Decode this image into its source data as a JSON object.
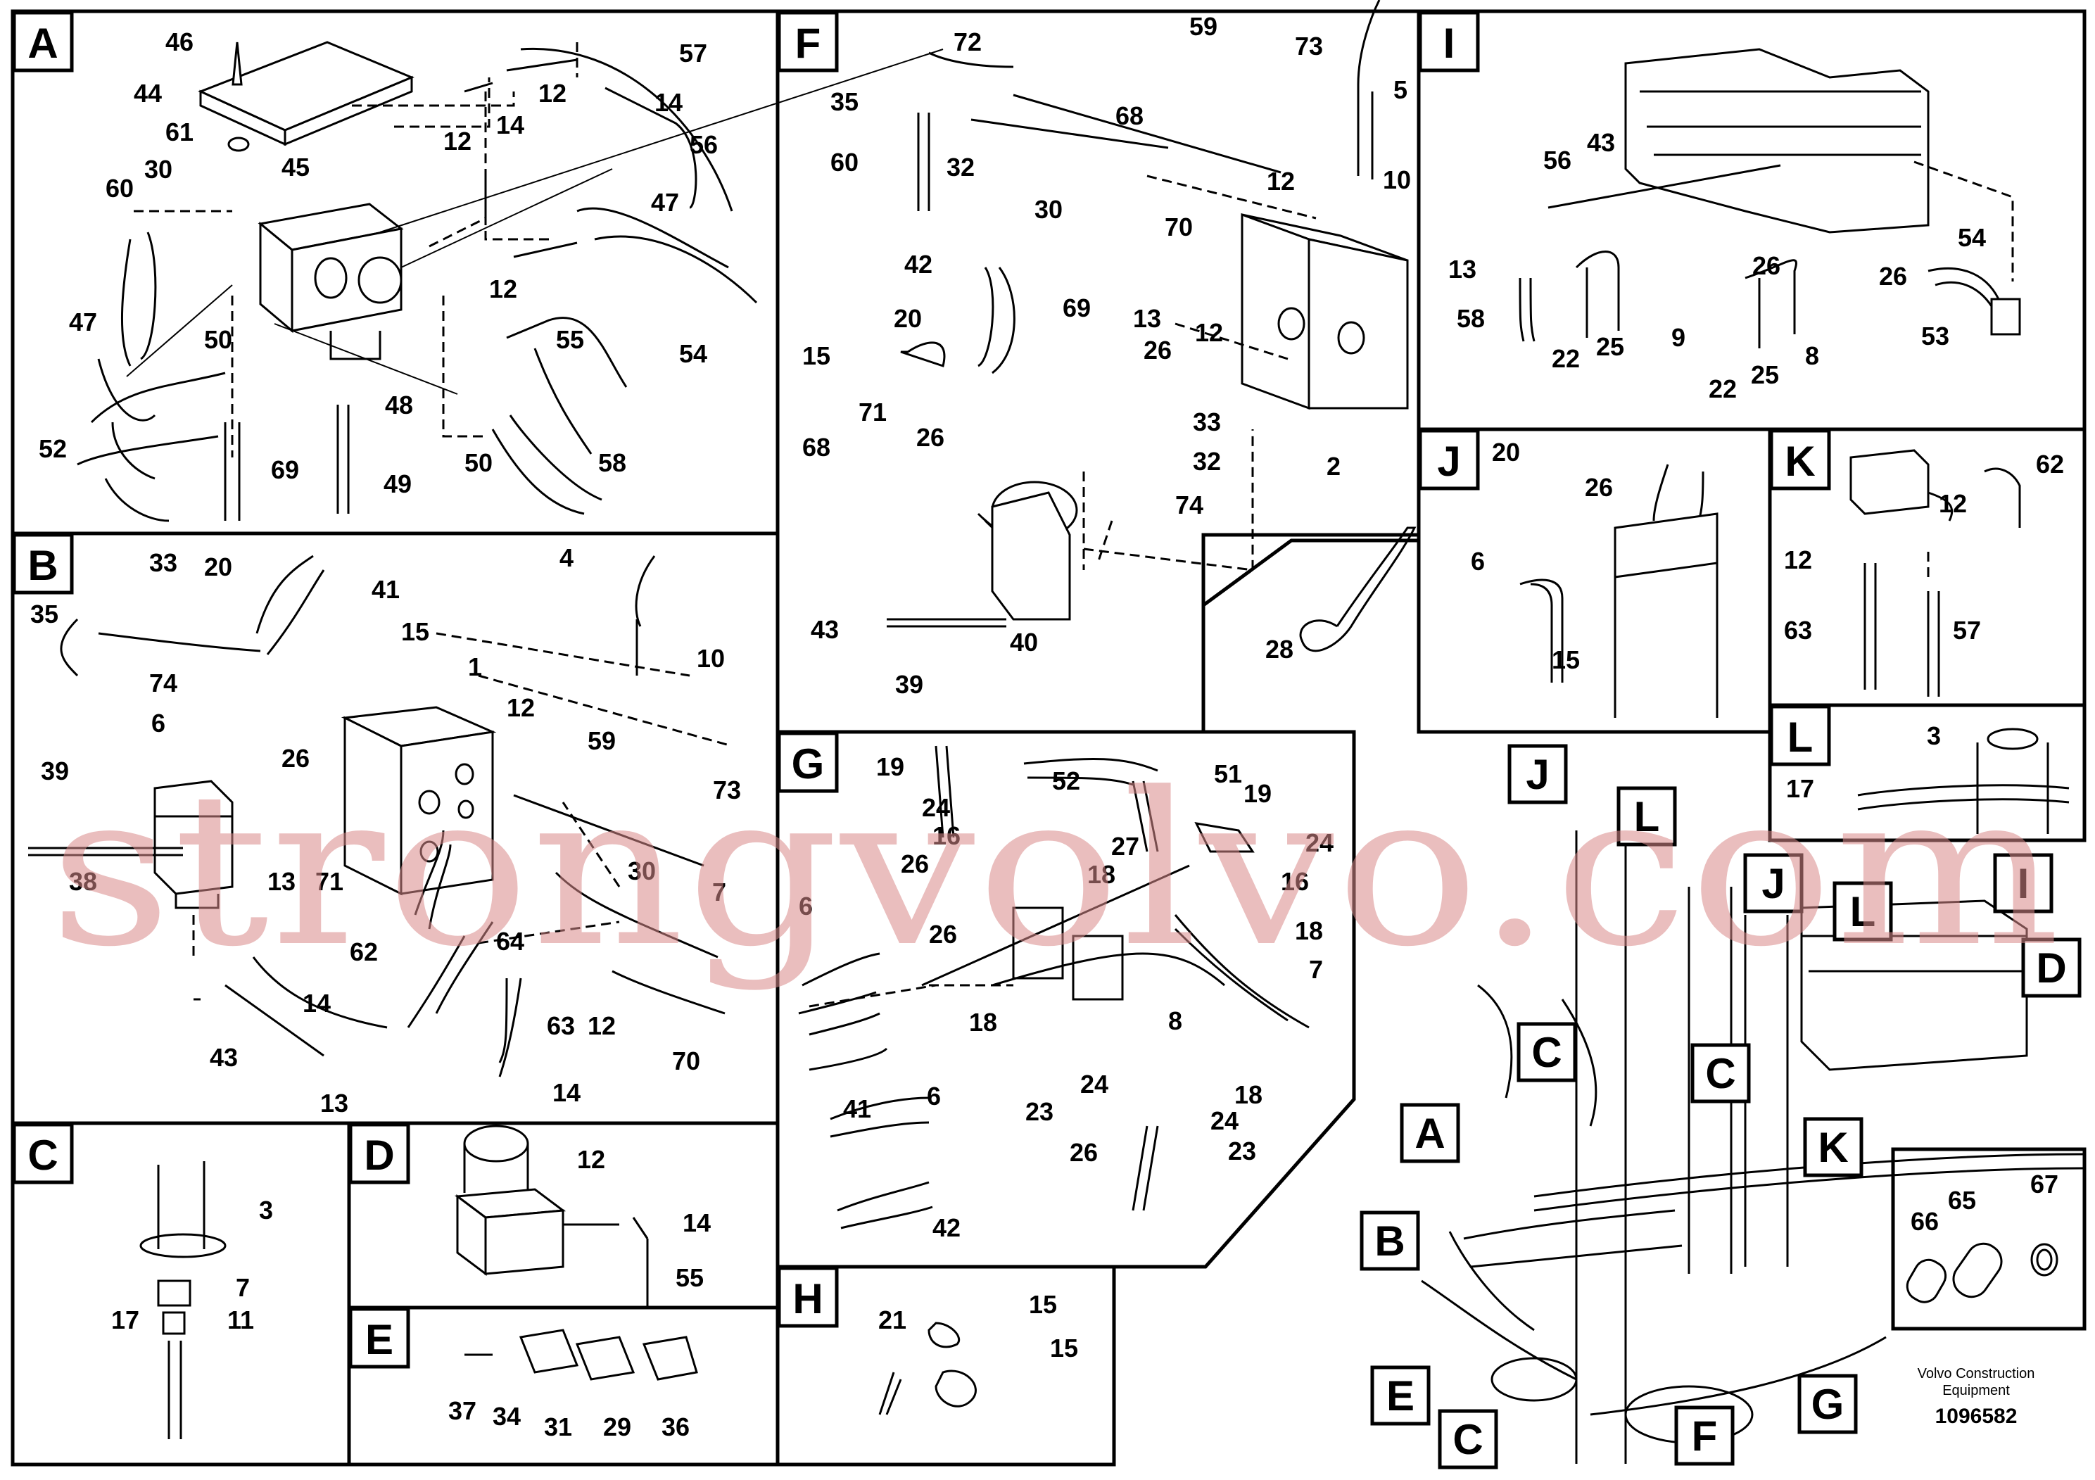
{
  "panels": {
    "A": {
      "letter": "A",
      "callouts": [
        "46",
        "44",
        "61",
        "45",
        "57",
        "12",
        "14",
        "12",
        "14",
        "56",
        "60",
        "30",
        "47",
        "12",
        "47",
        "55",
        "54",
        "50",
        "48",
        "50",
        "52",
        "69",
        "58",
        "49"
      ]
    },
    "B": {
      "letter": "B",
      "callouts": [
        "33",
        "20",
        "41",
        "4",
        "35",
        "15",
        "74",
        "1",
        "12",
        "10",
        "6",
        "26",
        "59",
        "73",
        "39",
        "30",
        "38",
        "13",
        "71",
        "7",
        "62",
        "64",
        "63",
        "12",
        "14",
        "70",
        "43",
        "13",
        "14"
      ]
    },
    "C": {
      "letter": "C",
      "callouts": [
        "3",
        "7",
        "17",
        "11"
      ]
    },
    "D": {
      "letter": "D",
      "callouts": [
        "12",
        "14",
        "55"
      ]
    },
    "E": {
      "letter": "E",
      "callouts": [
        "37",
        "34",
        "31",
        "29",
        "36"
      ]
    },
    "F": {
      "letter": "F",
      "callouts": [
        "72",
        "59",
        "73",
        "35",
        "5",
        "68",
        "60",
        "32",
        "12",
        "10",
        "30",
        "70",
        "42",
        "69",
        "20",
        "13",
        "12",
        "15",
        "26",
        "71",
        "26",
        "33",
        "68",
        "32",
        "74",
        "2",
        "43",
        "40",
        "39"
      ]
    },
    "G": {
      "letter": "G",
      "callouts": [
        "19",
        "51",
        "19",
        "52",
        "24",
        "16",
        "24",
        "27",
        "16",
        "6",
        "26",
        "18",
        "18",
        "26",
        "7",
        "41",
        "18",
        "8",
        "6",
        "24",
        "23",
        "18",
        "24",
        "23",
        "26",
        "42"
      ]
    },
    "H": {
      "letter": "H",
      "callouts": [
        "21",
        "15",
        "15"
      ]
    },
    "I": {
      "letter": "I",
      "callouts": [
        "43",
        "56",
        "13",
        "26",
        "26",
        "54",
        "58",
        "22",
        "25",
        "9",
        "22",
        "25",
        "8",
        "53"
      ]
    },
    "J": {
      "letter": "J",
      "callouts": [
        "20",
        "26",
        "6",
        "15"
      ]
    },
    "K": {
      "letter": "K",
      "callouts": [
        "62",
        "12",
        "12",
        "63",
        "57"
      ]
    },
    "L": {
      "letter": "L",
      "callouts": [
        "3",
        "17"
      ]
    },
    "single_28": {
      "callouts": [
        "28"
      ]
    },
    "overview": {
      "labels": [
        "J",
        "L",
        "J",
        "L",
        "I",
        "D",
        "C",
        "C",
        "A",
        "K",
        "B",
        "E",
        "C",
        "F",
        "G"
      ],
      "seal_callouts": [
        "66",
        "65",
        "67"
      ]
    }
  },
  "footer": {
    "brand_line1": "Volvo Construction",
    "brand_line2": "Equipment",
    "number": "1096582"
  },
  "watermark": "strongvolvo.com"
}
